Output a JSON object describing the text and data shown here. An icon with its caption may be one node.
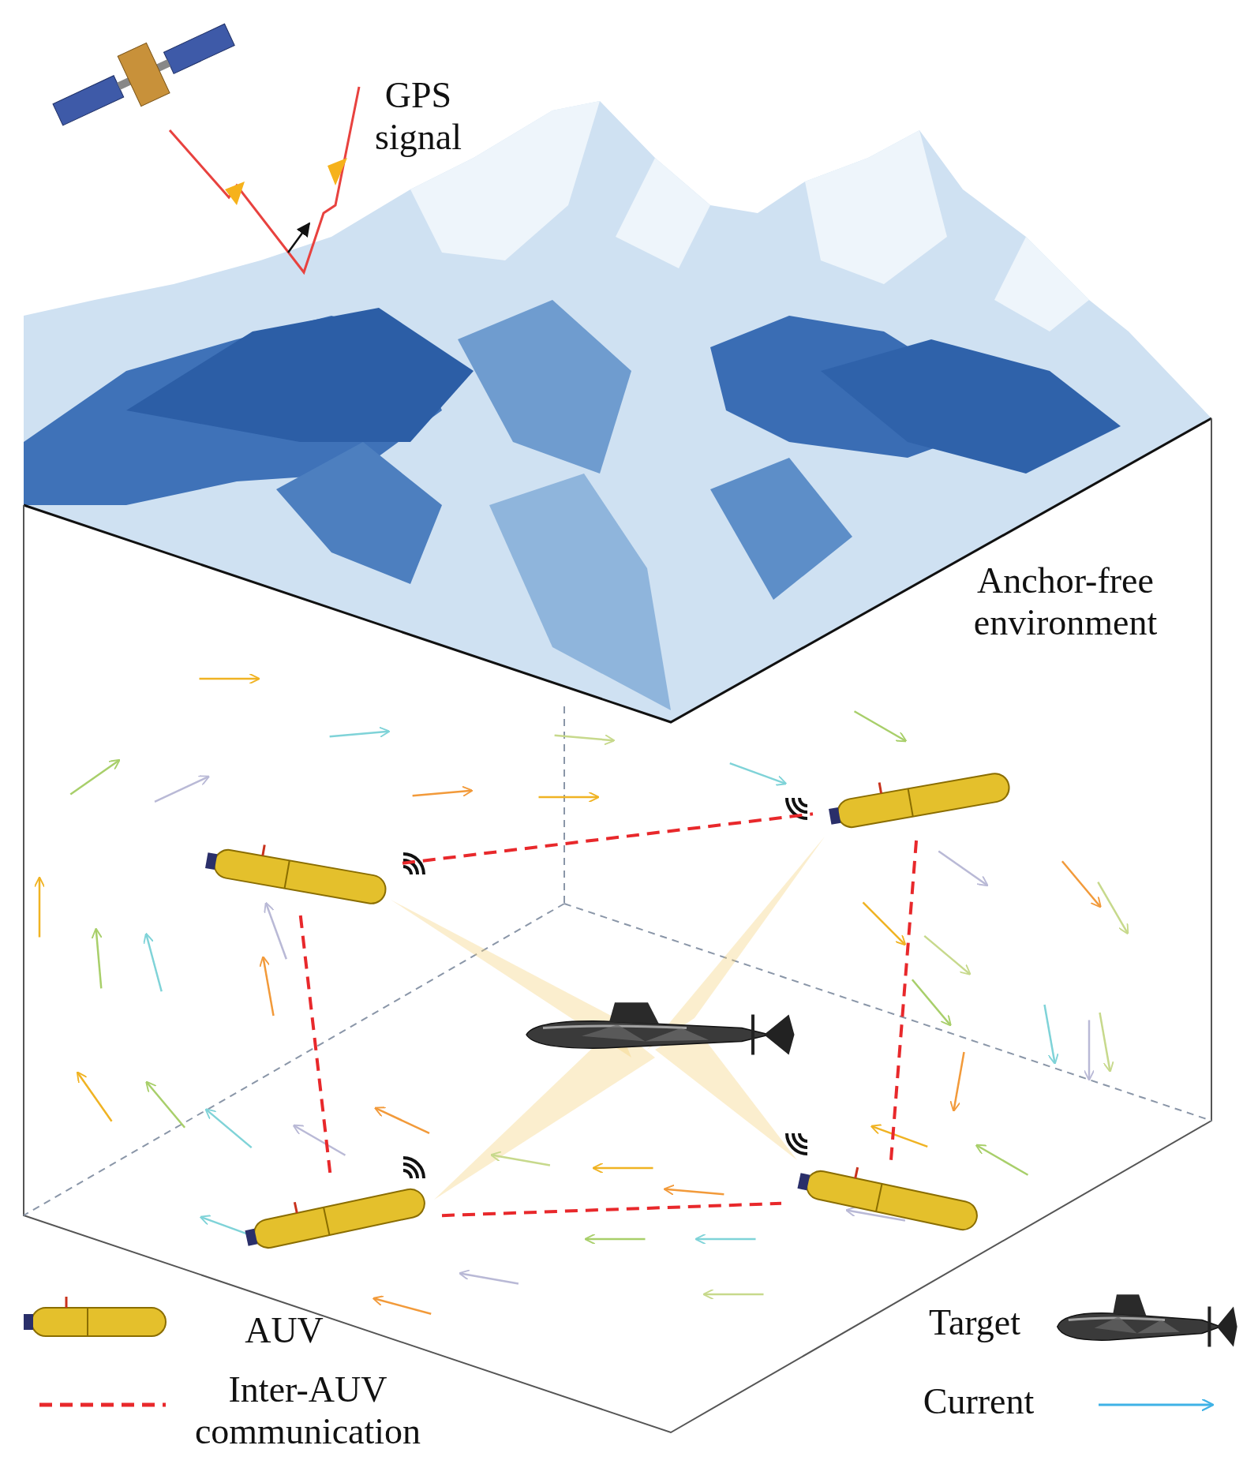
{
  "diagram": {
    "nodes": [
      {
        "text": [],
        "shape": "picture"
      },
      {
        "text": [],
        "shape": "picture"
      },
      {
        "text": [],
        "shape": "picture"
      },
      {
        "text": [],
        "shape": "picture"
      },
      {
        "text": [],
        "shape": "picture"
      }
    ],
    "edges": [
      {
        "from": 0,
        "to": 1,
        "arrow": "none",
        "style": "dashed",
        "color": "#e8282b"
      },
      {
        "from": 0,
        "to": 2,
        "arrow": "none",
        "style": "dashed",
        "color": "#e8282b"
      },
      {
        "from": 1,
        "to": 3,
        "arrow": "none",
        "style": "dashed",
        "color": "#e8282b"
      },
      {
        "from": 2,
        "to": 3,
        "arrow": "none",
        "style": "dashed",
        "color": "#e8282b"
      }
    ],
    "labels": [
      "GPS signal",
      "Anchor-free environment"
    ],
    "legend": [
      {
        "text": "AUV"
      },
      {
        "text": "Inter-AUV communication"
      },
      {
        "text": "Target"
      },
      {
        "text": "Current"
      }
    ]
  }
}
